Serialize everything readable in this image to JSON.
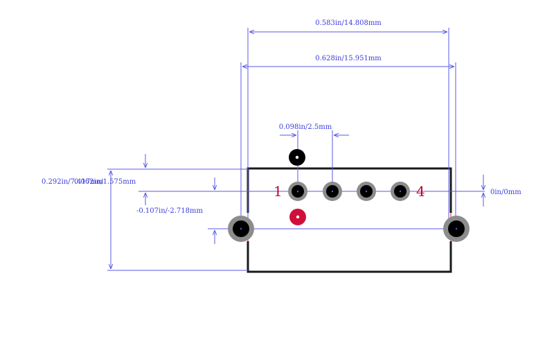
{
  "colors": {
    "dimension": "#5a5ae6",
    "dimension_text": "#3b3bdc",
    "outline": "#1a1a1a",
    "outline_inner": "#e8202a",
    "pad_ring": "#8c8c8c",
    "pad_hole": "#000000",
    "pin1_marker": "#000000",
    "red_marker": "#d0103a",
    "pin_label": "#c0002a"
  },
  "dimensions": {
    "overall_mounting_width": "0.583in/14.808mm",
    "overall_body_width": "0.628in/15.951mm",
    "pin_pitch": "0.098in/2.5mm",
    "body_height": "0.292in/7.417mm",
    "pin_row_offset": "0.062in/1.575mm",
    "mounting_offset": "-0.107in/-2.718mm",
    "origin": "0in/0mm"
  },
  "pins": {
    "first_label": "1",
    "last_label": "4"
  }
}
